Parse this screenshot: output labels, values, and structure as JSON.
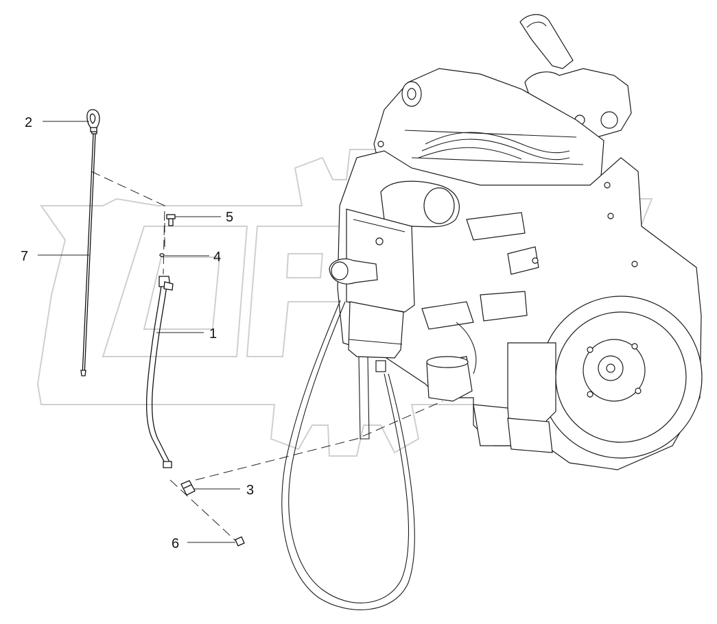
{
  "callouts": {
    "c1": "1",
    "c2": "2",
    "c3": "3",
    "c4": "4",
    "c5": "5",
    "c6": "6",
    "c7": "7"
  },
  "watermark": "OPEX",
  "colors": {
    "line": "#111111",
    "watermark": "#cfcfcf",
    "background": "#ffffff"
  }
}
